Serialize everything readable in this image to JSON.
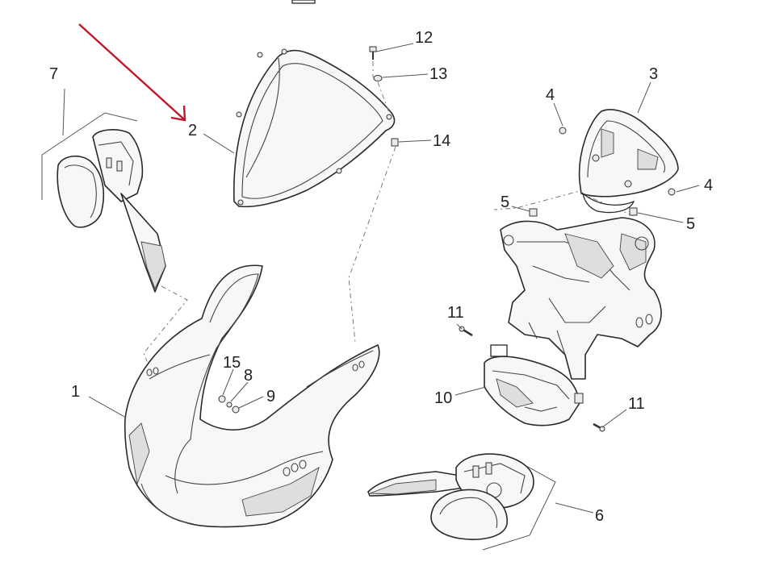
{
  "diagram": {
    "callouts": [
      {
        "id": "c1",
        "label": "1"
      },
      {
        "id": "c2",
        "label": "2"
      },
      {
        "id": "c3",
        "label": "3"
      },
      {
        "id": "c4a",
        "label": "4"
      },
      {
        "id": "c4b",
        "label": "4"
      },
      {
        "id": "c5a",
        "label": "5"
      },
      {
        "id": "c5b",
        "label": "5"
      },
      {
        "id": "c6",
        "label": "6"
      },
      {
        "id": "c7",
        "label": "7"
      },
      {
        "id": "c8",
        "label": "8"
      },
      {
        "id": "c9",
        "label": "9"
      },
      {
        "id": "c10",
        "label": "10"
      },
      {
        "id": "c11a",
        "label": "11"
      },
      {
        "id": "c11b",
        "label": "11"
      },
      {
        "id": "c12",
        "label": "12"
      },
      {
        "id": "c13",
        "label": "13"
      },
      {
        "id": "c14",
        "label": "14"
      },
      {
        "id": "c15",
        "label": "15"
      }
    ],
    "colors": {
      "line": "#2a2a2a",
      "highlight_arrow": "#c0182a"
    }
  }
}
